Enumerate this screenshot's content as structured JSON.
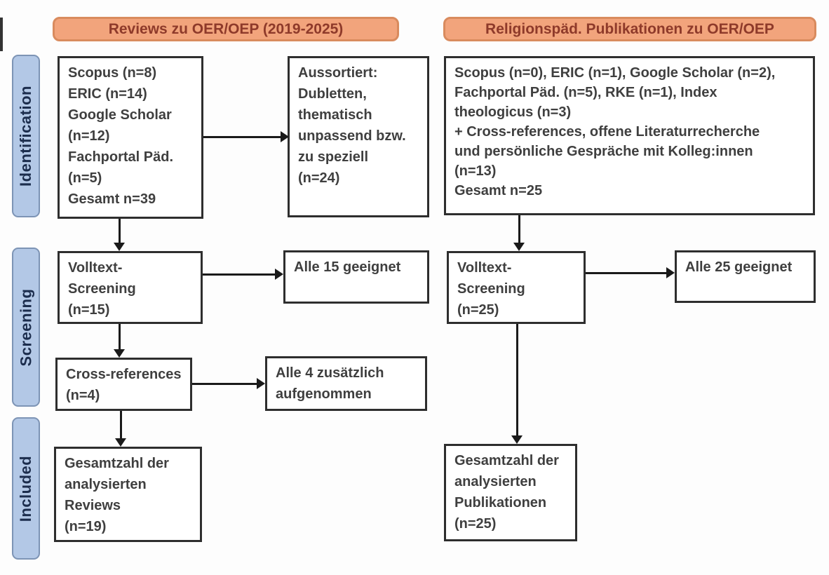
{
  "headers": {
    "left": "Reviews zu OER/OEP (2019-2025)",
    "right": "Religionspäd. Publikationen zu OER/OEP"
  },
  "stages": [
    {
      "label": "Identification"
    },
    {
      "label": "Screening"
    },
    {
      "label": "Included"
    }
  ],
  "boxes": {
    "left_sources": "Scopus (n=8)\nERIC (n=14)\nGoogle Scholar\n(n=12)\nFachportal Päd.\n(n=5)\nGesamt n=39",
    "left_excluded": "Aussortiert:\nDubletten,\nthematisch\nunpassend bzw.\nzu speziell\n(n=24)",
    "left_fulltext": "Volltext-\nScreening\n(n=15)",
    "left_eligible": "Alle 15 geeignet",
    "left_crossref": "Cross-references\n(n=4)",
    "left_added": "Alle 4 zusätzlich\naufgenommen",
    "left_included": "Gesamtzahl der\nanalysierten\nReviews\n(n=19)",
    "right_sources": "Scopus (n=0), ERIC (n=1), Google Scholar (n=2),\nFachportal Päd. (n=5), RKE (n=1), Index\ntheologicus (n=3)\n+ Cross-references, offene Literaturrecherche\nund persönliche Gespräche mit Kolleg:innen\n(n=13)\nGesamt n=25",
    "right_fulltext": "Volltext-\nScreening\n(n=25)",
    "right_eligible": "Alle 25 geeignet",
    "right_included": "Gesamtzahl der\nanalysierten\nPublikationen\n(n=25)"
  },
  "colors": {
    "header_fill": "#f2a47c",
    "header_border": "#d98b5e",
    "header_text": "#8e3a2a",
    "stage_fill": "#b3c8e6",
    "stage_border": "#7d94b5",
    "stage_text": "#1c2d4d",
    "box_border": "#2e2e2e",
    "box_text": "#3f3f3f",
    "arrow": "#1a1a1a"
  }
}
